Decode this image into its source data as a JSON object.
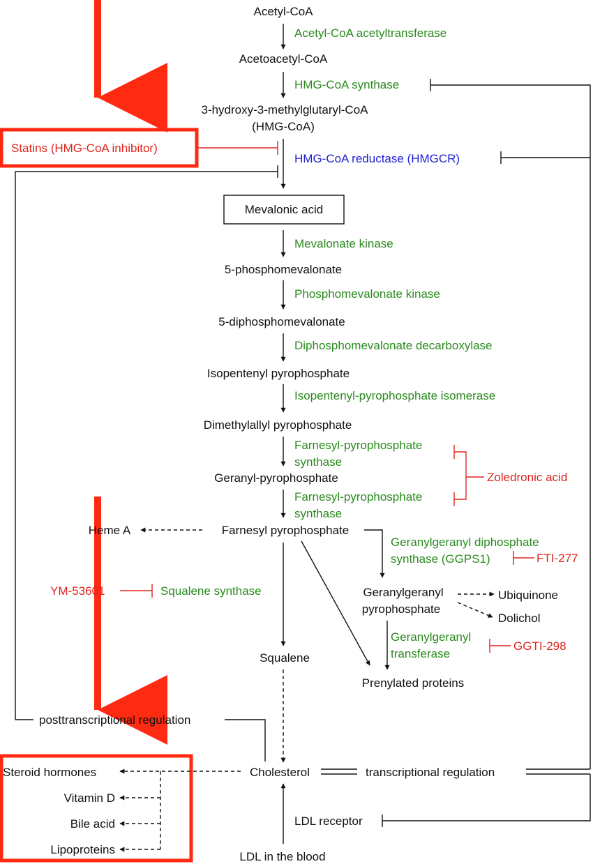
{
  "pathway": {
    "acetyl_coa": "Acetyl-CoA",
    "acetoacetyl_coa": "Acetoacetyl-CoA",
    "hmg_coa_line1": "3-hydroxy-3-methylglutaryl-CoA",
    "hmg_coa_line2": "(HMG-CoA)",
    "mevalonic_acid": "Mevalonic acid",
    "phosphomevalonate": "5-phosphomevalonate",
    "diphosphomevalonate": "5-diphosphomevalonate",
    "isopentenyl_pp": "Isopentenyl pyrophosphate",
    "dimethylallyl_pp": "Dimethylallyl pyrophosphate",
    "geranyl_pp": "Geranyl-pyrophosphate",
    "farnesyl_pp": "Farnesyl pyrophosphate",
    "heme_a": "Heme A",
    "ggpp_line1": "Geranylgeranyl",
    "ggpp_line2": "pyrophosphate",
    "ubiquinone": "Ubiquinone",
    "dolichol": "Dolichol",
    "squalene": "Squalene",
    "prenylated_proteins": "Prenylated proteins",
    "cholesterol": "Cholesterol",
    "ldl_blood": "LDL in the blood",
    "steroid_hormones": "Steroid hormones",
    "vitamin_d": "Vitamin D",
    "bile_acid": "Bile acid",
    "lipoproteins": "Lipoproteins",
    "posttranscriptional": "posttranscriptional regulation",
    "transcriptional": "transcriptional regulation"
  },
  "enzymes": {
    "acetyl_coa_acetyltransferase": "Acetyl-CoA acetyltransferase",
    "hmg_coa_synthase": "HMG-CoA synthase",
    "hmg_coa_reductase": "HMG-CoA reductase (HMGCR)",
    "mevalonate_kinase": "Mevalonate kinase",
    "phosphomevalonate_kinase": "Phosphomevalonate kinase",
    "diphosphomevalonate_decarboxylase": "Diphosphomevalonate decarboxylase",
    "ipp_isomerase": "Isopentenyl-pyrophosphate isomerase",
    "fpps1_line1": "Farnesyl-pyrophosphate",
    "fpps1_line2": "synthase",
    "fpps2_line1": "Farnesyl-pyrophosphate",
    "fpps2_line2": "synthase",
    "ggps1_line1": "Geranylgeranyl diphosphate",
    "ggps1_line2": "synthase (GGPS1)",
    "squalene_synthase": "Squalene synthase",
    "ggt_line1": "Geranylgeranyl",
    "ggt_line2": "transferase",
    "ldl_receptor": "LDL receptor"
  },
  "inhibitors": {
    "statins": "Statins (HMG-CoA inhibitor)",
    "zoledronic_acid": "Zoledronic acid",
    "fti_277": "FTI-277",
    "ym_53601": "YM-53601",
    "ggti_298": "GGTI-298"
  },
  "colors": {
    "metabolite": "#111111",
    "enzyme": "#2a8a1e",
    "rate_limiting_enzyme": "#1f1fd0",
    "inhibitor": "#e0241c",
    "highlight": "#ff2a12"
  }
}
